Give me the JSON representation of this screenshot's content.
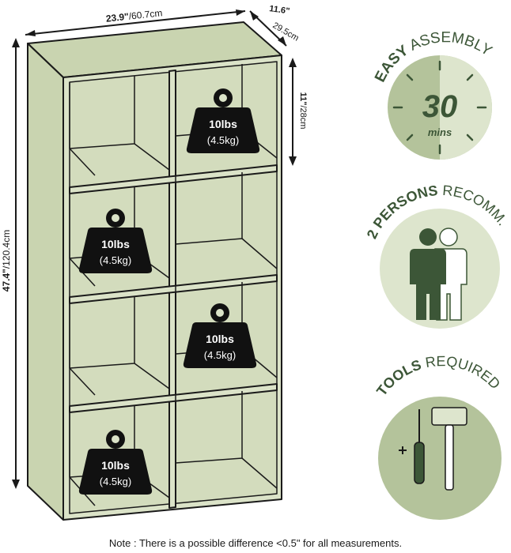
{
  "colors": {
    "panel": "#dbe3c8",
    "panel_dark": "#c9d4b0",
    "outline": "#1a1a1a",
    "badge_light": "#dde5cd",
    "badge_mid": "#b4c39b",
    "badge_dark": "#3c5637",
    "weight_fill": "#111111"
  },
  "dimensions": {
    "width": "23.9\" /60.7cm",
    "width_bold": "23.9\"",
    "width_rest": "/60.7cm",
    "depth_bold": "11.6\"",
    "depth_rest": "29.5cm",
    "height_bold": "47.4\"",
    "height_rest": "/120.4cm",
    "cube_bold": "11\"",
    "cube_rest": "/28cm"
  },
  "weights": [
    {
      "lbs": "10lbs",
      "kg": "(4.5kg)"
    },
    {
      "lbs": "10lbs",
      "kg": "(4.5kg)"
    },
    {
      "lbs": "10lbs",
      "kg": "(4.5kg)"
    },
    {
      "lbs": "10lbs",
      "kg": "(4.5kg)"
    }
  ],
  "badges": {
    "assembly": {
      "bold": "EASY",
      "rest": "ASSEMBLY",
      "number": "30",
      "unit": "mins",
      "icon": "clock-icon"
    },
    "persons": {
      "bold": "2 PERSONS",
      "rest": "RECOMM.",
      "icon": "two-persons-icon"
    },
    "tools": {
      "bold": "TOOLS",
      "rest": "REQUIRED",
      "icon": "screwdriver-hammer-icon"
    }
  },
  "note": "Note : There is a possible difference <0.5\" for all measurements."
}
